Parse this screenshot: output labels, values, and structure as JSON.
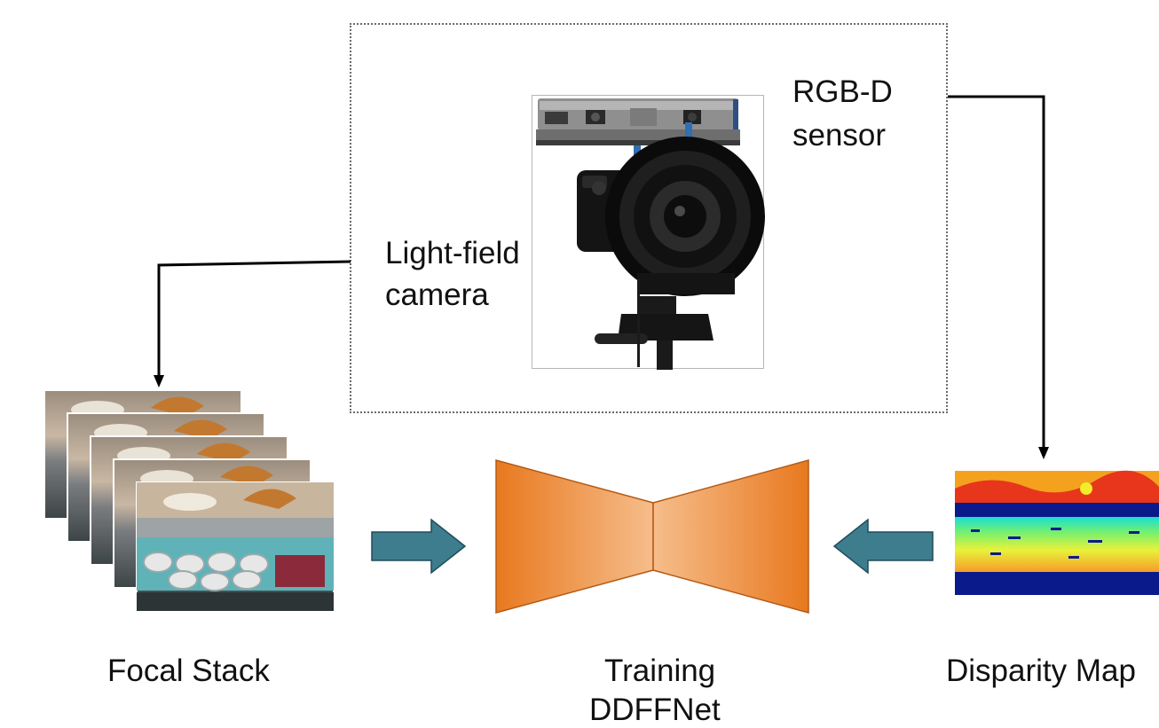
{
  "capture_rig": {
    "rgbd_label_line1": "RGB-D",
    "rgbd_label_line2": "sensor",
    "lightfield_label_line1": "Light-field",
    "lightfield_label_line2": "camera"
  },
  "captions": {
    "focal_stack": "Focal Stack",
    "training_line1": "Training",
    "training_line2": "DDFFNet",
    "disparity_map": "Disparity Map"
  },
  "colors": {
    "arrow_fill": "#3d7d8e",
    "network_orange_dark": "#e8791f",
    "network_orange_light": "#f6bd8b",
    "connector_line": "#000000"
  }
}
